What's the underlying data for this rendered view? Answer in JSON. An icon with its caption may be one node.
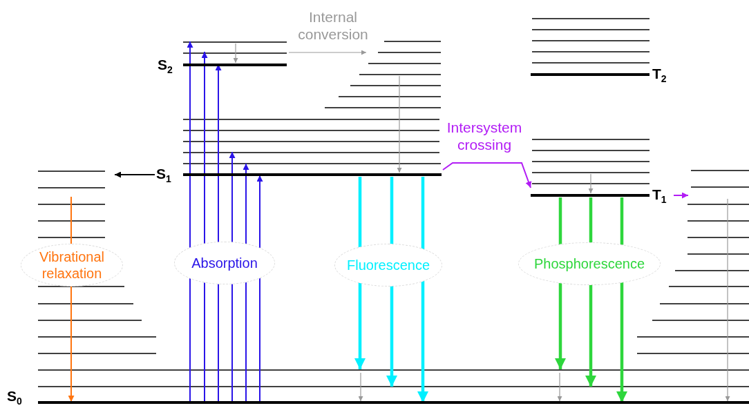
{
  "diagram": {
    "nodes": [
      {
        "text": [
          "S$_{2}$"
        ]
      },
      {
        "text": [
          "T$_{2}$"
        ]
      },
      {
        "text": [
          "S$_{1}$"
        ]
      },
      {
        "text": [
          "T$_{1}$"
        ]
      },
      {
        "text": [
          "S$_{0}$"
        ]
      }
    ],
    "edges": [
      {
        "from": 4,
        "to": 0,
        "arrow": "to",
        "color": "#2a14e8"
      },
      {
        "from": 4,
        "to": 0,
        "arrow": "to",
        "color": "#2a14e8"
      },
      {
        "from": 4,
        "to": 0,
        "arrow": "to",
        "color": "#2a14e8"
      },
      {
        "from": 4,
        "to": 2,
        "arrow": "to",
        "color": "#2a14e8",
        "label": "Absorption"
      },
      {
        "from": 4,
        "to": 2,
        "arrow": "to",
        "color": "#2a14e8"
      },
      {
        "from": 4,
        "to": 2,
        "arrow": "to",
        "color": "#2a14e8"
      },
      {
        "from": null,
        "to": 0,
        "arrow": "to"
      },
      {
        "from": 0,
        "to": null,
        "arrow": "to",
        "label": "Internal conversion"
      },
      {
        "from": null,
        "to": 2,
        "arrow": "to"
      },
      {
        "from": 2,
        "to": null,
        "arrow": "to",
        "color": "#000000"
      },
      {
        "from": 2,
        "to": 3,
        "arrow": "to",
        "label": "Intersystem crossing",
        "color": "#b21cf5"
      },
      {
        "from": null,
        "to": 3,
        "arrow": "to"
      },
      {
        "from": 3,
        "to": null,
        "arrow": "to",
        "color": "#b21cf5"
      },
      {
        "from": null,
        "to": 4,
        "arrow": "to",
        "color": "#ff7510",
        "label": "Vibrational relaxation"
      },
      {
        "from": 2,
        "to": 4,
        "arrow": "to",
        "style": "thick",
        "color": "#00f0ff"
      },
      {
        "from": 2,
        "to": 4,
        "arrow": "to",
        "style": "thick",
        "color": "#00f0ff",
        "label": "Fluorescence"
      },
      {
        "from": 2,
        "to": 4,
        "arrow": "to",
        "style": "thick",
        "color": "#00f0ff"
      },
      {
        "from": null,
        "to": 4,
        "arrow": "to"
      },
      {
        "from": 3,
        "to": 4,
        "arrow": "to",
        "style": "thick",
        "color": "#2ed63c"
      },
      {
        "from": 3,
        "to": 4,
        "arrow": "to",
        "style": "thick",
        "color": "#2ed63c",
        "label": "Phosphorescence"
      },
      {
        "from": 3,
        "to": 4,
        "arrow": "to",
        "style": "thick",
        "color": "#2ed63c"
      },
      {
        "from": null,
        "to": 4,
        "arrow": "to"
      },
      {
        "from": null,
        "to": 4,
        "arrow": "to"
      }
    ]
  }
}
